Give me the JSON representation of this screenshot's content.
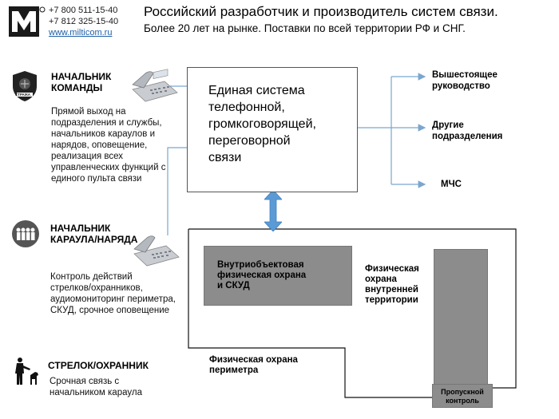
{
  "header": {
    "phone1": "+7 800  511-15-40",
    "phone2": "+7 812  325-15-40",
    "website": "www.milticom.ru",
    "headline": "Российский разработчик и производитель систем связи.",
    "subheadline": "Более 20 лет на рынке. Поставки по всей территории  РФ и СНГ."
  },
  "roles": {
    "commander": {
      "title_line1": "НАЧАЛЬНИК",
      "title_line2": "КОМАНДЫ",
      "desc": [
        "Прямой выход на",
        "подразделения и службы,",
        "начальников караулов и",
        "нарядов, оповещение,",
        "реализация всех",
        "управленческих функций с",
        "единого пульта связи"
      ],
      "badge_text": "СТРАЖА"
    },
    "guard_chief": {
      "title_line1": "НАЧАЛЬНИК",
      "title_line2": "КАРАУЛА/НАРЯДА",
      "desc": [
        "Контроль действий",
        "стрелков/охранников,",
        "аудиомониторинг периметра,",
        "СКУД, срочное оповещение"
      ]
    },
    "guard": {
      "title": "СТРЕЛОК/ОХРАННИК",
      "desc": [
        "Срочная связь с",
        "начальником караула"
      ]
    }
  },
  "main_system": {
    "lines": [
      "Единая система",
      "телефонной,",
      "громкоговорящей,",
      "переговорной",
      "связи"
    ]
  },
  "targets": {
    "top": [
      "Вышестоящее",
      "руководство"
    ],
    "middle": [
      "Другие",
      "подразделения"
    ],
    "bottom": "МЧС"
  },
  "zones": {
    "internal": [
      "Внутриобъектовая",
      "физическая  охрана",
      "и СКУД"
    ],
    "territory": [
      "Физическая",
      "охрана",
      "внутренней",
      "территории"
    ],
    "perimeter": [
      "Физическая охрана",
      "периметра"
    ],
    "checkpoint": [
      "Пропускной",
      "контроль"
    ]
  },
  "colors": {
    "connector": "#7aa6cf",
    "arrow_fill": "#5b9bd5",
    "zone_gray": "#8c8c8c"
  }
}
